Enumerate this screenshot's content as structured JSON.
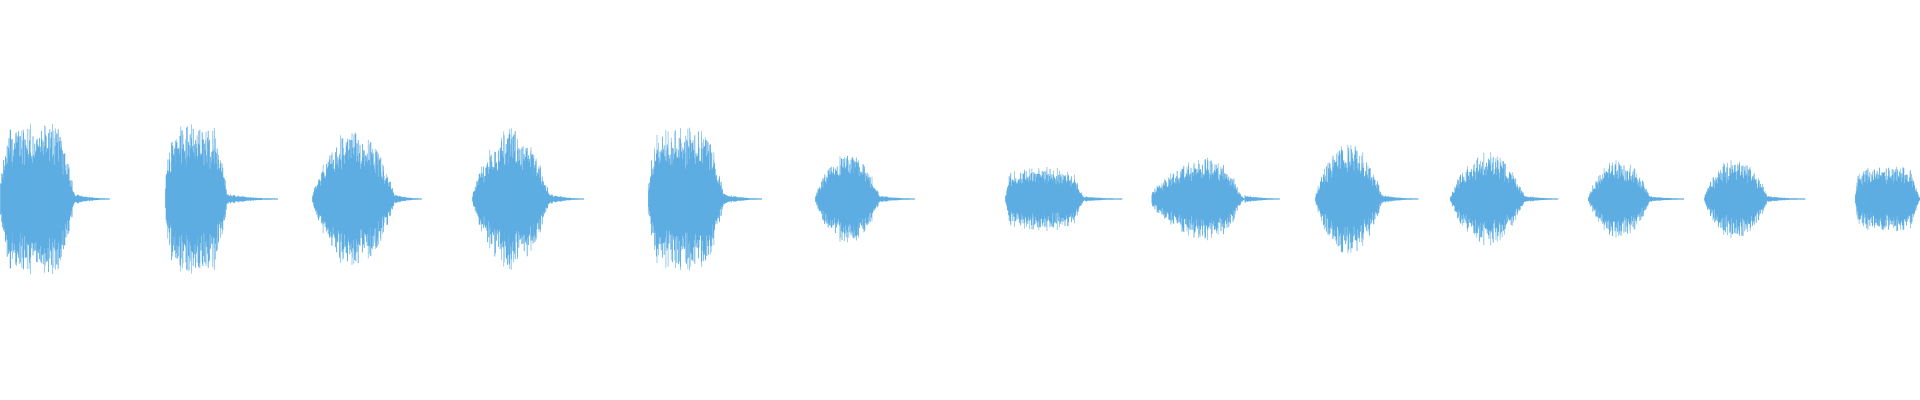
{
  "waveform": {
    "color": "#5dade2",
    "background": "#ffffff",
    "bursts": [
      {
        "amplitude": 1.0,
        "shape": "sharp-tail"
      },
      {
        "amplitude": 0.97,
        "shape": "sharp-tail"
      },
      {
        "amplitude": 0.91,
        "shape": "round"
      },
      {
        "amplitude": 0.91,
        "shape": "round"
      },
      {
        "amplitude": 0.93,
        "shape": "sharp-tail"
      },
      {
        "amplitude": 0.59,
        "shape": "round"
      },
      {
        "amplitude": 0.41,
        "shape": "flat"
      },
      {
        "amplitude": 0.66,
        "shape": "rising"
      },
      {
        "amplitude": 0.74,
        "shape": "round"
      },
      {
        "amplitude": 0.6,
        "shape": "round"
      },
      {
        "amplitude": 0.52,
        "shape": "round"
      },
      {
        "amplitude": 0.53,
        "shape": "round"
      },
      {
        "amplitude": 0.44,
        "shape": "flat"
      }
    ]
  }
}
